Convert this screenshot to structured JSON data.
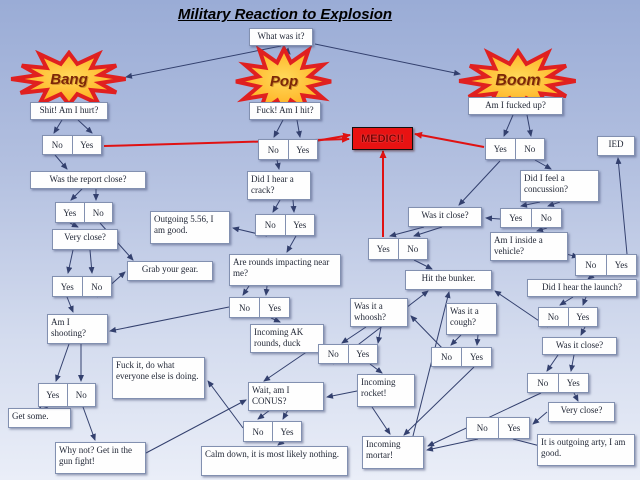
{
  "title": {
    "text": "Military Reaction to Explosion"
  },
  "bursts": [
    {
      "label": "Bang"
    },
    {
      "label": "Pop"
    },
    {
      "label": "Boom"
    }
  ],
  "medic": {
    "label": "MEDIC!!"
  },
  "nodes": [
    {
      "label": "What was it?"
    },
    {
      "label": "Shit! Am I hurt?"
    },
    {
      "label": "Was the report close?"
    },
    {
      "label": "Very close?"
    },
    {
      "label": "Grab your gear."
    },
    {
      "label": "Outgoing 5.56, I am good."
    },
    {
      "label": "Am I shooting?"
    },
    {
      "label": "Get some."
    },
    {
      "label": "Why not? Get in the gun fight!"
    },
    {
      "label": "Fuck it, do what everyone else is doing."
    },
    {
      "label": "Fuck! Am I hit?"
    },
    {
      "label": "Did I hear a crack?"
    },
    {
      "label": "Are rounds impacting near me?"
    },
    {
      "label": "Incoming AK rounds, duck"
    },
    {
      "label": "Wait, am I CONUS?"
    },
    {
      "label": "Calm down, it is most likely nothing."
    },
    {
      "label": "Was it a whoosh?"
    },
    {
      "label": "Incoming rocket!"
    },
    {
      "label": "Incoming mortar!"
    },
    {
      "label": "Hit the bunker."
    },
    {
      "label": "Was it close?"
    },
    {
      "label": "Was it a cough?"
    },
    {
      "label": "Am I fucked up?"
    },
    {
      "label": "Did I feel a concussion?"
    },
    {
      "label": "Am I inside a vehicle?"
    },
    {
      "label": "Did I hear the launch?"
    },
    {
      "label": "Was it close?"
    },
    {
      "label": "Very close?"
    },
    {
      "label": "It is outgoing arty, I am good."
    },
    {
      "label": "IED"
    }
  ],
  "decisions": [
    {
      "left": "No",
      "right": "Yes"
    },
    {
      "left": "Yes",
      "right": "No"
    },
    {
      "left": "Yes",
      "right": "No"
    },
    {
      "left": "Yes",
      "right": "No"
    },
    {
      "left": "No",
      "right": "Yes"
    },
    {
      "left": "No",
      "right": "Yes"
    },
    {
      "left": "No",
      "right": "Yes"
    },
    {
      "left": "No",
      "right": "Yes"
    },
    {
      "left": "No",
      "right": "Yes"
    },
    {
      "left": "Yes",
      "right": "No"
    },
    {
      "left": "No",
      "right": "Yes"
    },
    {
      "left": "Yes",
      "right": "No"
    },
    {
      "left": "Yes",
      "right": "No"
    },
    {
      "left": "No",
      "right": "Yes"
    },
    {
      "left": "No",
      "right": "Yes"
    },
    {
      "left": "No",
      "right": "Yes"
    },
    {
      "left": "No",
      "right": "Yes"
    }
  ],
  "colors": {
    "medic_bg": "#e81212",
    "burst_fill": "#ffb81e",
    "burst_stroke": "#e02020",
    "connector": "#33406e",
    "alert_connector": "#e01212"
  }
}
